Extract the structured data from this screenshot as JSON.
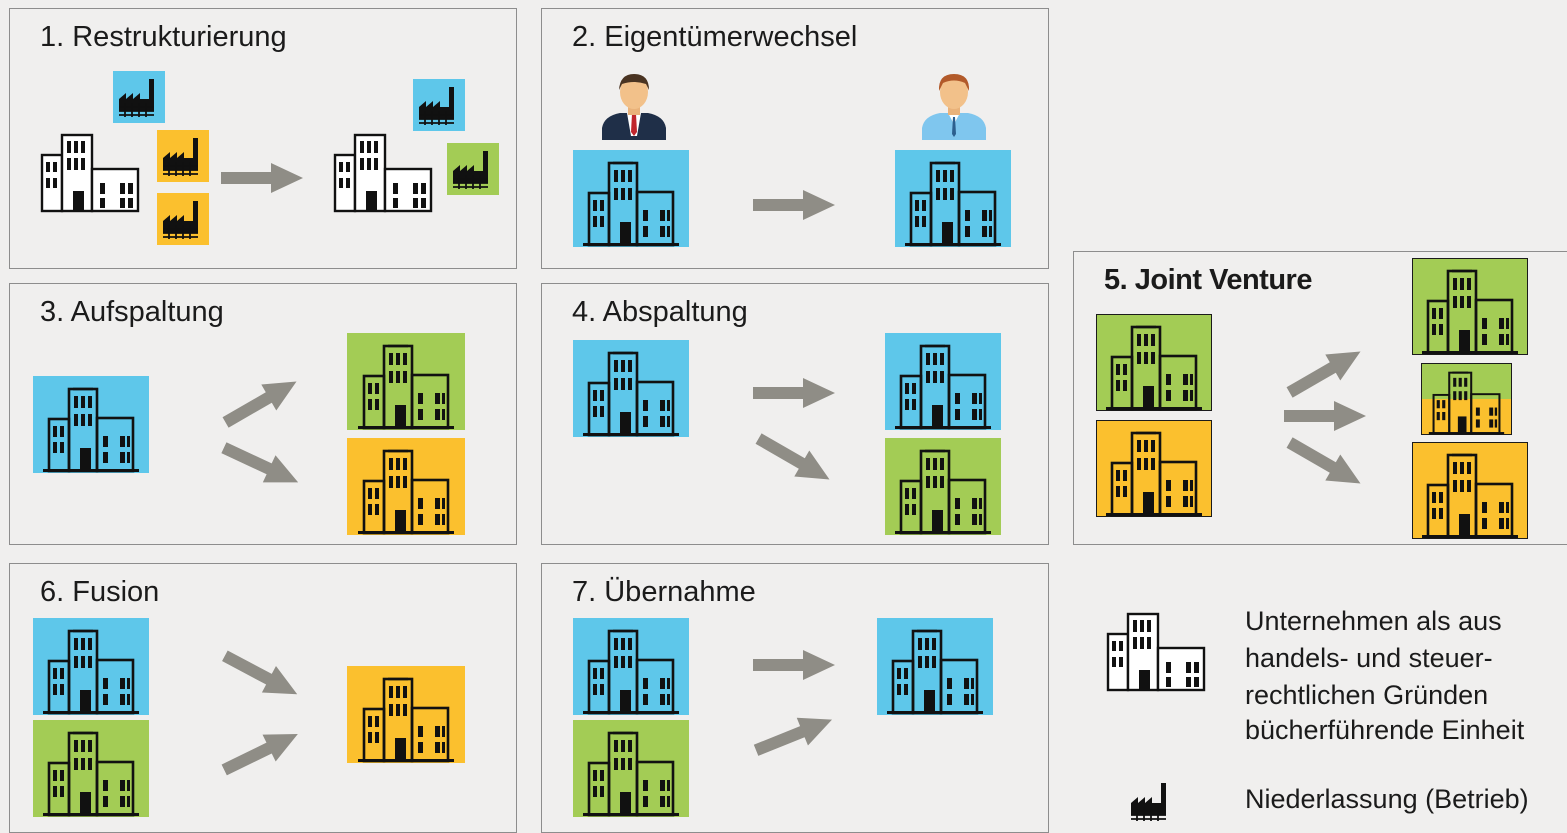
{
  "colors": {
    "blue": "#5ec7ea",
    "yellow": "#fbc02e",
    "green": "#a3cc55",
    "arrow": "#8f8d86",
    "border": "#8d8d8d"
  },
  "panels": {
    "p1": {
      "title": "1. Restrukturierung"
    },
    "p2": {
      "title": "2. Eigentümerwechsel"
    },
    "p3": {
      "title": "3. Aufspaltung"
    },
    "p4": {
      "title": "4. Abspaltung"
    },
    "p5": {
      "title": "5. Joint Venture"
    },
    "p6": {
      "title": "6. Fusion"
    },
    "p7": {
      "title": "7. Übernahme"
    }
  },
  "legend": {
    "company_lines": [
      "Unternehmen als aus",
      "handels- und steuer-",
      "rechtlichen Gründen",
      "bücherführende Einheit"
    ],
    "branch_label": "Niederlassung (Betrieb)",
    "company_icon": "office-building-icon",
    "branch_icon": "factory-icon"
  }
}
